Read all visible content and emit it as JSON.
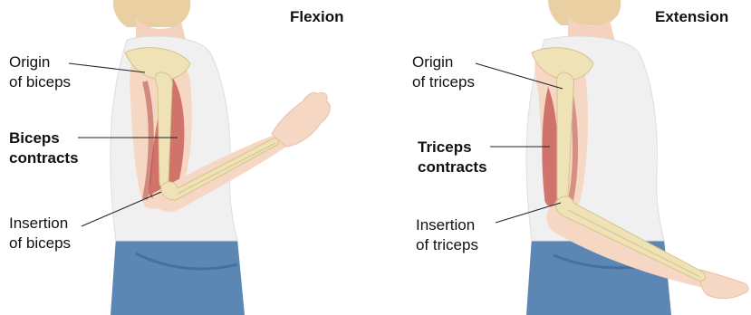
{
  "flexion": {
    "title": "Flexion",
    "origin_line1": "Origin",
    "origin_line2": "of biceps",
    "muscle_line1": "Biceps",
    "muscle_line2": "contracts",
    "insertion_line1": "Insertion",
    "insertion_line2": "of biceps"
  },
  "extension": {
    "title": "Extension",
    "origin_line1": "Origin",
    "origin_line2": "of triceps",
    "muscle_line1": "Triceps",
    "muscle_line2": "contracts",
    "insertion_line1": "Insertion",
    "insertion_line2": "of triceps"
  },
  "colors": {
    "skin": "#f6d7c4",
    "shirt": "#eeeeee",
    "jeans": "#5c86b3",
    "bone": "#efe2b6",
    "muscle": "#c9615a",
    "leader": "#222222"
  }
}
